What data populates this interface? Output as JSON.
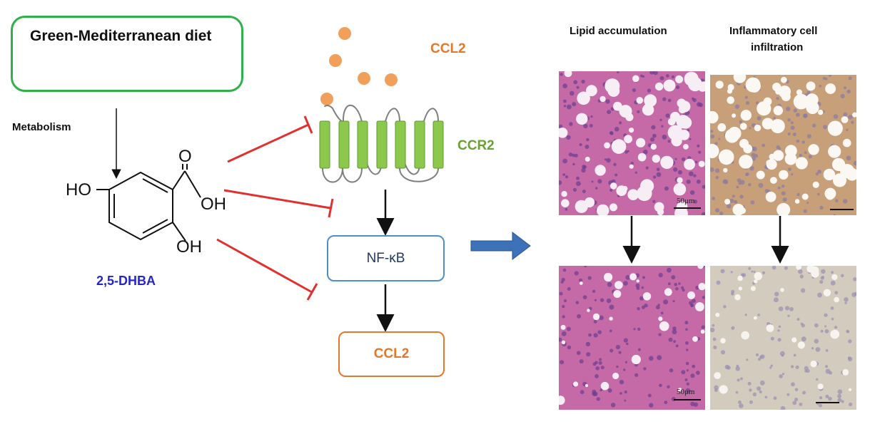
{
  "diet_box": {
    "title": "Green-Mediterranean diet"
  },
  "metabolism_label": "Metabolism",
  "molecule": {
    "name": "2,5-DHBA",
    "atom_o": "O",
    "atom_oh_top": "OH",
    "atom_ho_left": "HO",
    "atom_oh_bottom": "OH"
  },
  "ligand_label": "CCL2",
  "receptor_label": "CCR2",
  "nfkb_label": "NF-κB",
  "ccl2_output_label": "CCL2",
  "panels": {
    "lipid_title": "Lipid accumulation",
    "inflammatory_title_line1": "Inflammatory cell",
    "inflammatory_title_line2": "infiltration",
    "scale_bar_label": "50μm"
  },
  "colors": {
    "diet_border": "#2fb04a",
    "receptor": "#8cc84b",
    "receptor_label": "#6aa035",
    "ligand": "#f0a05a",
    "ligand_label": "#e2782a",
    "inhibition": "#e03030",
    "nfkb_border": "#4f8fc9",
    "dhba_label": "#2626c8",
    "big_arrow": "#3d72b8",
    "he_stain": "#c96aa8",
    "ihc_brown": "#c9a57e",
    "ihc_light": "#d6ccc0"
  }
}
